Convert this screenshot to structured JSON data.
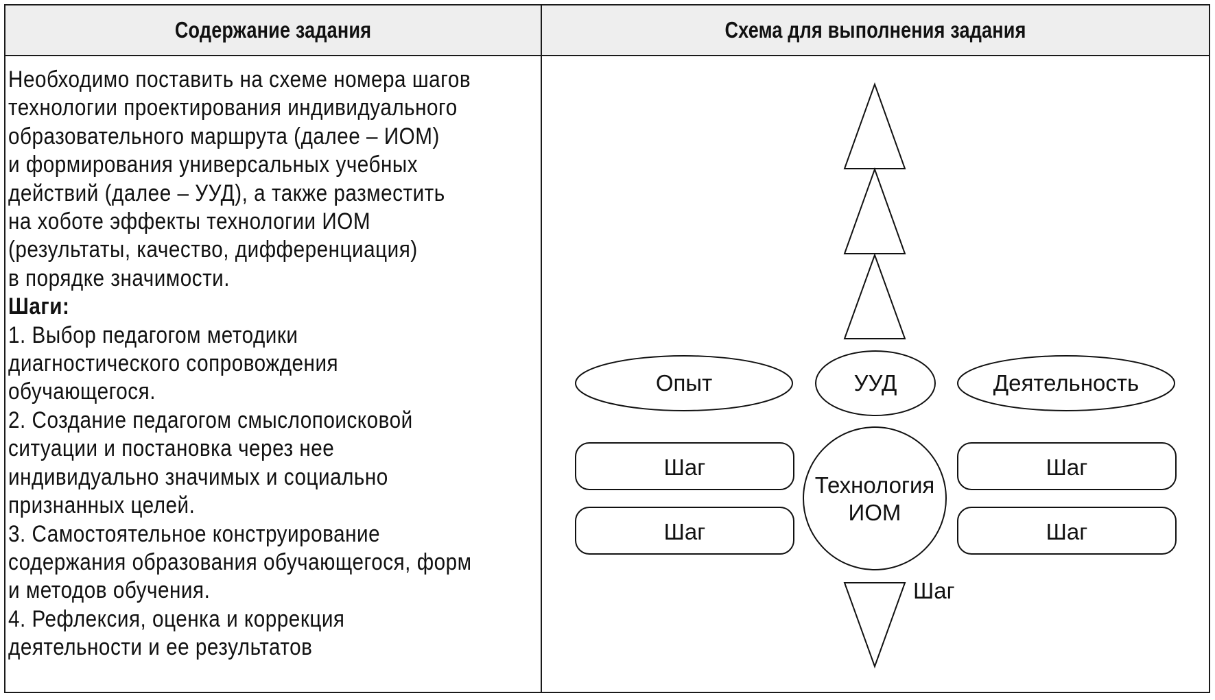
{
  "table": {
    "header_left": "Содержание задания",
    "header_right": "Схема для выполнения задания"
  },
  "content": {
    "intro_lines": [
      "Необходимо поставить на схеме номера шагов",
      "технологии проектирования индивидуального",
      "образовательного маршрута (далее – ИОМ)",
      "и формирования универсальных учебных",
      "действий (далее – УУД), а также разместить",
      "на хоботе эффекты технологии ИОМ",
      "(результаты, качество, дифференциация)",
      "в порядке значимости."
    ],
    "steps_heading": "Шаги:",
    "step_lines": [
      "1. Выбор педагогом методики",
      "диагностического сопровождения",
      "обучающегося.",
      "2. Создание педагогом смыслопоисковой",
      "ситуации и постановка через нее",
      "индивидуально значимых и социально",
      "признанных целей.",
      "3. Самостоятельное конструирование",
      "содержания образования обучающегося, форм",
      "и методов обучения.",
      "4. Рефлексия, оценка и коррекция",
      "деятельности и ее результатов"
    ]
  },
  "scheme": {
    "ellipse_left": "Опыт",
    "ellipse_center": "УУД",
    "ellipse_right": "Деятельность",
    "step_label": "Шаг",
    "center_line1": "Технология",
    "center_line2": "ИОМ",
    "bottom_step_label": "Шаг"
  }
}
